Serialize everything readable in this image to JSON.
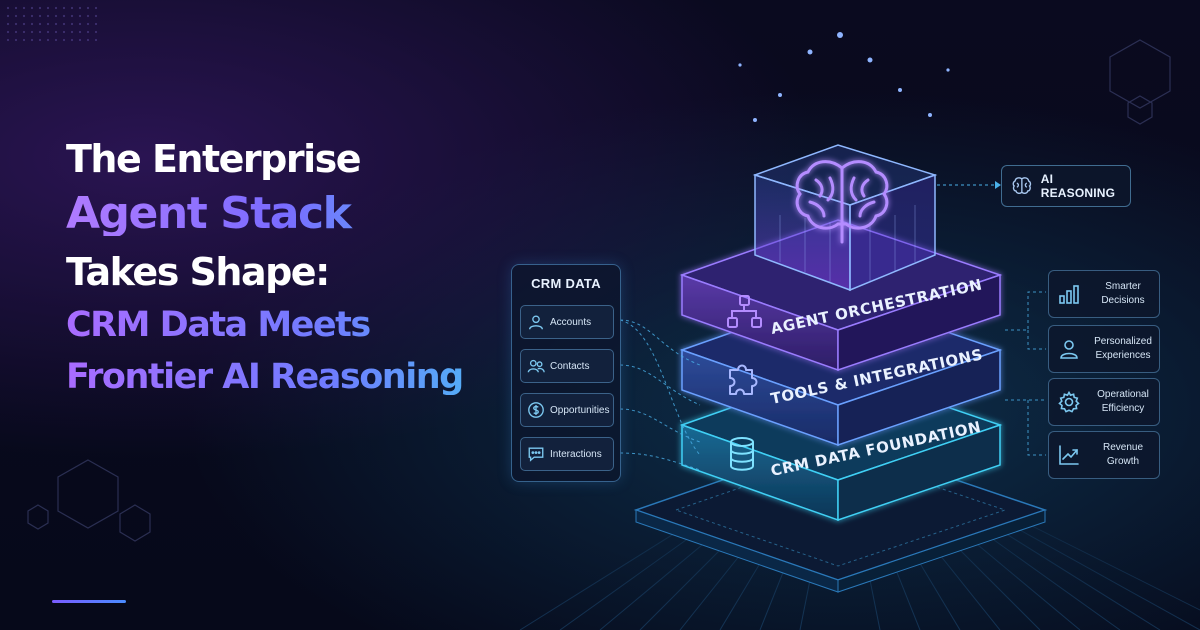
{
  "title": {
    "line1": "The Enterprise",
    "line2": "Agent Stack",
    "line3": "Takes Shape:",
    "line4": "CRM Data Meets",
    "line5": "Frontier AI Reasoning"
  },
  "crm_panel": {
    "title": "CRM DATA",
    "items": [
      {
        "label": "Accounts",
        "icon": "user-icon"
      },
      {
        "label": "Contacts",
        "icon": "users-icon"
      },
      {
        "label": "Opportunities",
        "icon": "dollar-icon"
      },
      {
        "label": "Interactions",
        "icon": "chat-icon"
      }
    ]
  },
  "reasoning_badge": {
    "label": "AI REASONING",
    "icon": "brain-icon"
  },
  "layers": [
    {
      "label": "AGENT ORCHESTRATION",
      "icon": "workflow-icon"
    },
    {
      "label": "TOOLS & INTEGRATIONS",
      "icon": "puzzle-icon"
    },
    {
      "label": "CRM DATA FOUNDATION",
      "icon": "database-icon"
    }
  ],
  "outcomes": [
    {
      "line1": "Smarter",
      "line2": "Decisions",
      "icon": "bar-chart-icon"
    },
    {
      "line1": "Personalized",
      "line2": "Experiences",
      "icon": "person-icon"
    },
    {
      "line1": "Operational",
      "line2": "Efficiency",
      "icon": "gear-icon"
    },
    {
      "line1": "Revenue",
      "line2": "Growth",
      "icon": "trend-up-icon"
    }
  ],
  "colors": {
    "accent_purple": "#8b5cf6",
    "accent_cyan": "#38d6f5",
    "background": "#070a1c"
  }
}
